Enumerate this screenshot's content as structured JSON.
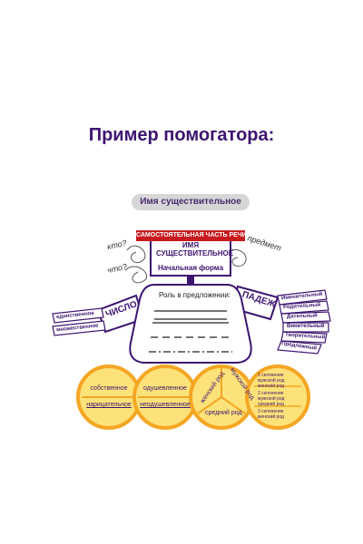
{
  "heading": "Пример помогатора:",
  "diagram": {
    "banner": "Имя существительное",
    "red_bar": "САМОСТОЯТЕЛЬНАЯ ЧАСТЬ РЕЧИ",
    "center_title_line1": "ИМЯ",
    "center_title_line2": "СУЩЕСТВИТЕЛЬНОЕ",
    "center_subtitle": "Начальная форма",
    "question_kto": "кто?",
    "question_chto": "что?",
    "predmet": "предмет",
    "left_tag": "ЧИСЛО",
    "left_items": [
      "единственное",
      "множественное"
    ],
    "right_tag": "ПАДЕЖ",
    "right_items": [
      "Именительный",
      "Родительный",
      "Дательный",
      "Винительный",
      "Творительный",
      "Предложный"
    ],
    "role_label": "Роль в предложении:",
    "circles": {
      "c1_top": "собственное",
      "c1_bottom": "нарицательное",
      "c2_top": "одушевленное",
      "c2_bottom": "неодушевленное",
      "c3_left": "женский род",
      "c3_right": "мужской род",
      "c3_bottom": "средний род",
      "c4_lines": [
        "1 склонение",
        "мужской род",
        "женский род",
        "2 склонение",
        "мужской род",
        "средний род",
        "3 склонение",
        "женский род"
      ]
    },
    "colors": {
      "purple": "#3d1570",
      "red": "#c8191e",
      "orange": "#f5a623",
      "yellow": "#fde27a",
      "lightgray": "#d6d6d6"
    }
  }
}
